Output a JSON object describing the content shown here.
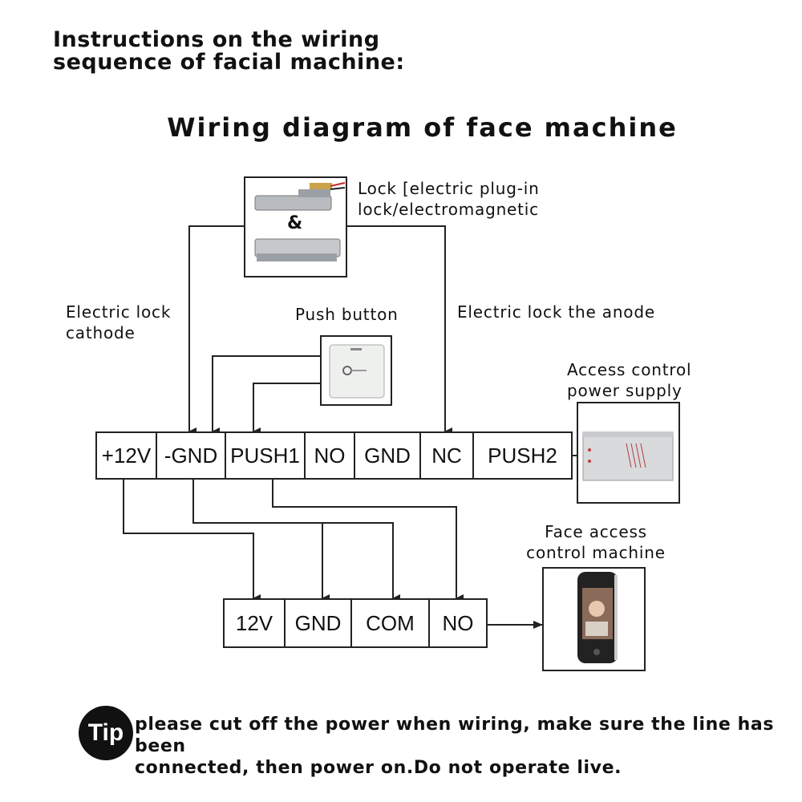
{
  "header": {
    "line1": "Instructions on the wiring",
    "line2": "sequence of facial machine:"
  },
  "title": "Wiring diagram of face machine",
  "labels": {
    "lock_line1": "Lock [electric plug-in",
    "lock_line2": "lock/electromagnetic",
    "ampersand": "&",
    "cathode_line1": "Electric lock",
    "cathode_line2": "cathode",
    "push_button": "Push button",
    "anode": "Electric lock the anode",
    "power_line1": "Access control",
    "power_line2": "power supply",
    "face_line1": "Face access",
    "face_line2": "control machine"
  },
  "power_terminals": [
    "+12V",
    "-GND",
    "PUSH1",
    "NO",
    "GND",
    "NC",
    "PUSH2"
  ],
  "face_terminals": [
    "12V",
    "GND",
    "COM",
    "NO"
  ],
  "tip": {
    "badge": "Tip",
    "line1": "please cut off the power when wiring, make sure the line has been",
    "line2": "connected, then power on.Do not operate live."
  }
}
